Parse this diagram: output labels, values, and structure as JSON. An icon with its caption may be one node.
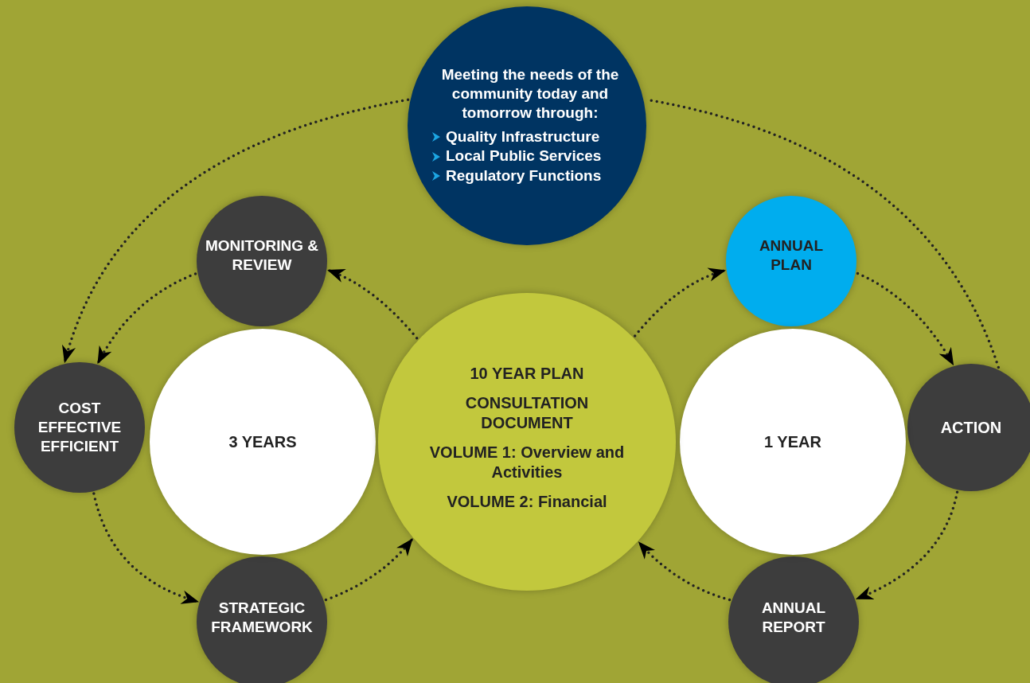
{
  "diagram": {
    "nodes": [
      {
        "text": [
          "Meeting the needs of the community today and tomorrow through:",
          "Quality Infrastructure",
          "Local Public Services",
          "Regulatory Functions"
        ]
      },
      {
        "text": [
          "MONITORING & REVIEW"
        ]
      },
      {
        "text": [
          "ANNUAL PLAN"
        ]
      },
      {
        "text": [
          "COST EFFECTIVE EFFICIENT"
        ]
      },
      {
        "text": [
          "3 YEARS"
        ]
      },
      {
        "text": [
          "10 YEAR PLAN",
          "CONSULTATION DOCUMENT",
          "VOLUME 1: Overview and Activities",
          "VOLUME 2: Financial"
        ]
      },
      {
        "text": [
          "1 YEAR"
        ]
      },
      {
        "text": [
          "ACTION"
        ]
      },
      {
        "text": [
          "STRATEGIC FRAMEWORK"
        ]
      },
      {
        "text": [
          "ANNUAL REPORT"
        ]
      }
    ],
    "edges": [
      {
        "from": 0,
        "to": 3,
        "arrow": "to"
      },
      {
        "from": 1,
        "to": 3,
        "arrow": "to"
      },
      {
        "from": 5,
        "to": 1,
        "arrow": "to"
      },
      {
        "from": 5,
        "to": 2,
        "arrow": "to"
      },
      {
        "from": 2,
        "to": 7,
        "arrow": "to"
      },
      {
        "from": 7,
        "to": 0,
        "arrow": "none"
      },
      {
        "from": 7,
        "to": 9,
        "arrow": "to"
      },
      {
        "from": 9,
        "to": 5,
        "arrow": "to"
      },
      {
        "from": 3,
        "to": 8,
        "arrow": "to"
      },
      {
        "from": 8,
        "to": 5,
        "arrow": "to"
      }
    ]
  }
}
